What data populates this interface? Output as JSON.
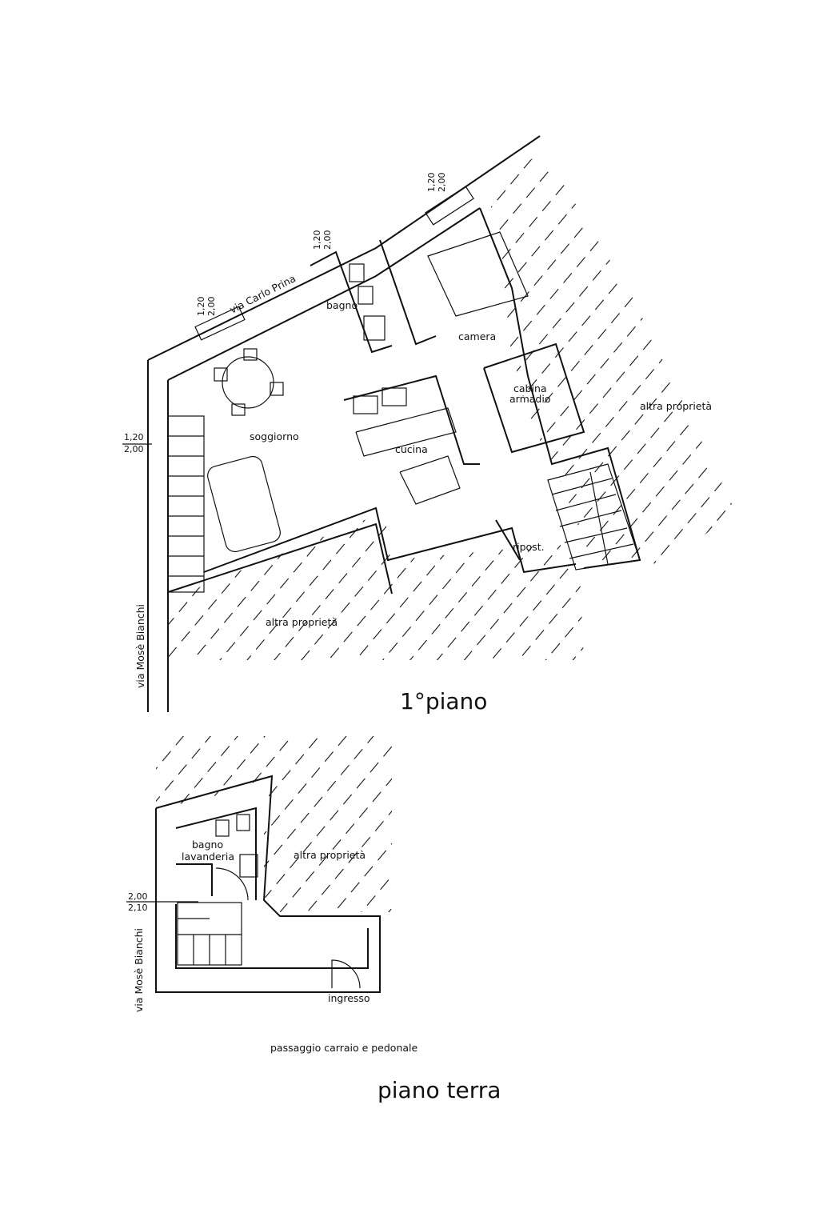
{
  "first_floor": {
    "title": "1°piano",
    "rooms": {
      "bagno": "bagno",
      "camera": "camera",
      "cabina_line1": "cabina",
      "cabina_line2": "armadio",
      "soggiorno": "soggiorno",
      "cucina": "cucina",
      "ripost": "ripost."
    },
    "street_top": "via Carlo Prina",
    "street_side": "via Mosè Bianchi",
    "neighbor_right": "altra proprietà",
    "neighbor_bottom": "altra proprietà",
    "windows": [
      {
        "sill": "1,20",
        "height": "2,00"
      },
      {
        "sill": "1,20",
        "height": "2,00"
      },
      {
        "sill": "1,20",
        "height": "2,00"
      },
      {
        "sill": "1,20",
        "height": "2,00"
      }
    ]
  },
  "ground_floor": {
    "title": "piano terra",
    "rooms": {
      "bagno_line1": "bagno",
      "bagno_line2": "lavanderia"
    },
    "neighbor": "altra proprietà",
    "entrance": "ingresso",
    "street_side": "via Mosè Bianchi",
    "passage": "passaggio carraio e pedonale",
    "window": {
      "sill": "2,00",
      "height": "2,10"
    }
  }
}
